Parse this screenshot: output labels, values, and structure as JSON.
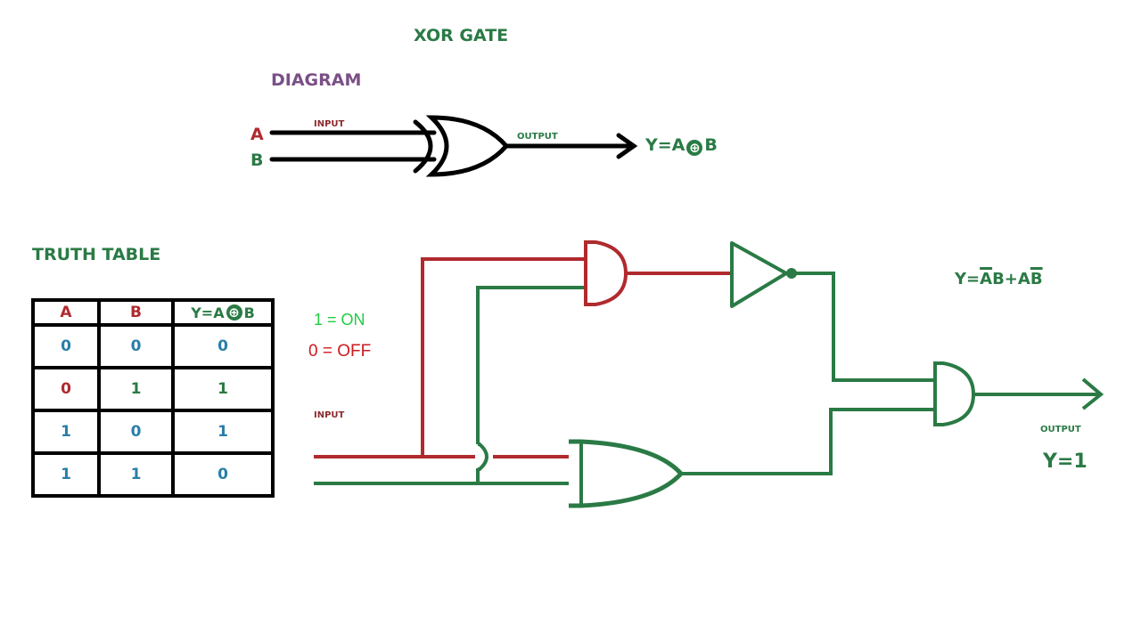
{
  "title": "XOR GATE",
  "diagram": {
    "heading": "DIAGRAM",
    "input_a": "A",
    "input_b": "B",
    "input_label": "INPUT",
    "output_label": "OUTPUT",
    "equation_prefix": "Y=A",
    "equation_operator": "⊕",
    "equation_suffix": "B",
    "gate": "XOR"
  },
  "truth_table": {
    "heading": "TRUTH TABLE",
    "headers": {
      "a": "A",
      "b": "B",
      "y_prefix": "Y=A",
      "y_operator": "⊕",
      "y_suffix": "B"
    },
    "rows": [
      {
        "a": "0",
        "b": "0",
        "y": "0"
      },
      {
        "a": "0",
        "b": "1",
        "y": "1"
      },
      {
        "a": "1",
        "b": "0",
        "y": "1"
      },
      {
        "a": "1",
        "b": "1",
        "y": "0"
      }
    ]
  },
  "legend": {
    "on": "1 = ON",
    "off": "0 = OFF"
  },
  "circuit": {
    "input_label": "INPUT",
    "output_label": "OUTPUT",
    "equation": {
      "prefix": "Y=",
      "term1_over": "A",
      "term1_rest": "B",
      "plus": "+",
      "term2_rest": "A",
      "term2_over": "B"
    },
    "result": "Y=1",
    "gates": [
      "AND",
      "NOT",
      "OR",
      "AND"
    ]
  },
  "colors": {
    "on": "#2a7a45",
    "off": "#b02a2e",
    "wire_black": "#000000",
    "heading_purple": "#7a4f86"
  }
}
